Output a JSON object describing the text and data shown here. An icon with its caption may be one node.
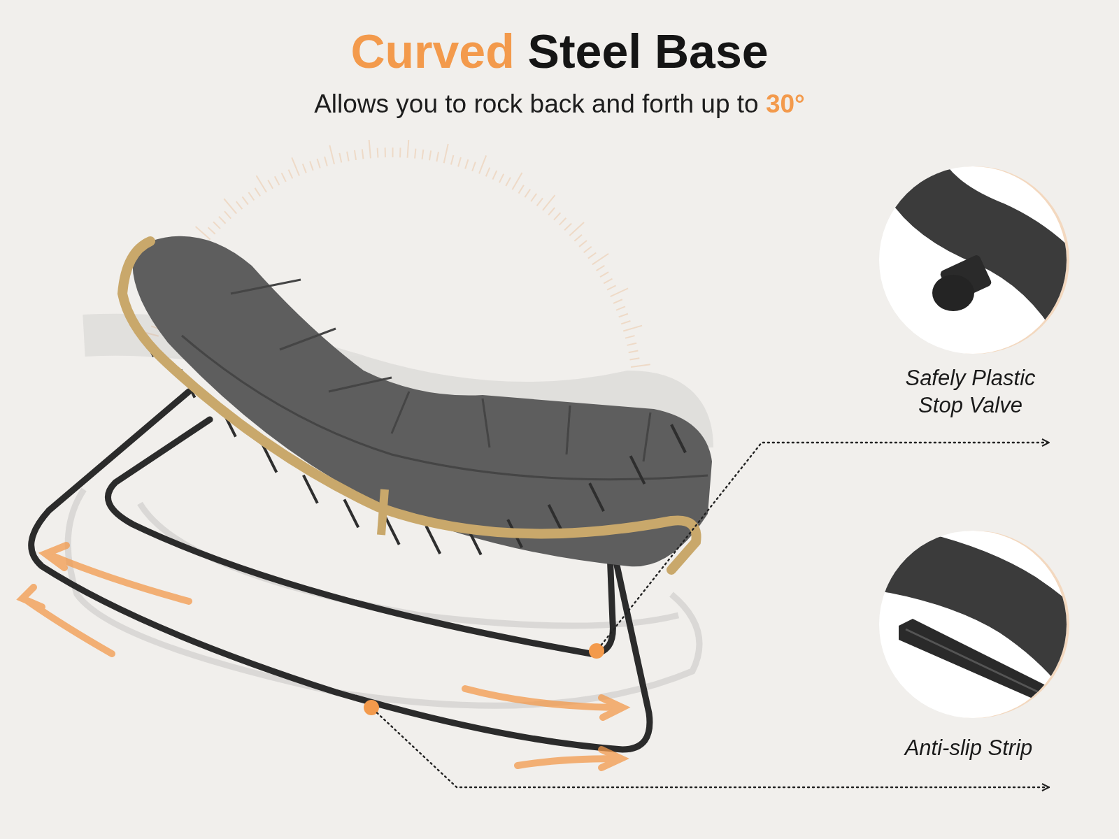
{
  "diagram": {
    "title": "*Curved* Steel Base",
    "caption": "Allows you to rock back and forth up to **30°**",
    "nodes": [
      {
        "text": [],
        "shape": "picture"
      },
      {
        "text": [],
        "shape": "circle",
        "in": 0
      },
      {
        "text": [],
        "shape": "circle",
        "in": 0
      },
      {
        "text": [],
        "shape": "picture"
      },
      {
        "text": [
          "Safely Plastic Stop Valve"
        ]
      },
      {
        "text": [],
        "shape": "picture"
      },
      {
        "text": [
          "Anti-slip Strip"
        ]
      }
    ],
    "edges": [
      {
        "from": 1,
        "to": 4,
        "arrow": "to",
        "style": "dashed"
      },
      {
        "from": 2,
        "to": 6,
        "arrow": "to",
        "style": "dashed"
      }
    ]
  }
}
